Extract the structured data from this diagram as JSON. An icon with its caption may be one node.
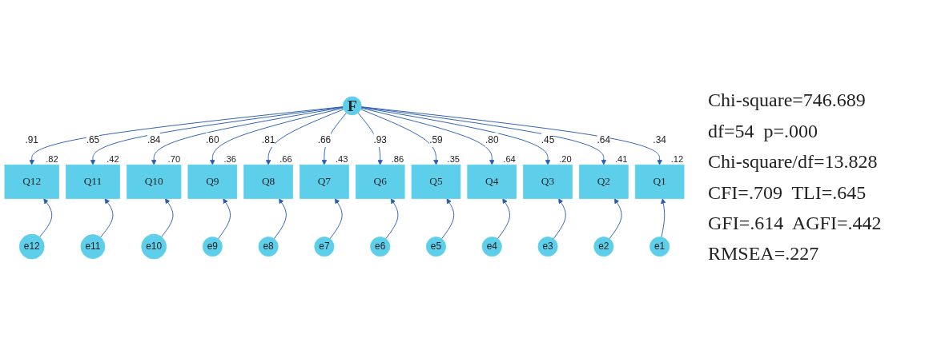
{
  "diagram": {
    "nodes": [
      {
        "text": [
          "F"
        ]
      },
      {
        "text": [
          "Q12"
        ],
        "beside": [
          ".82"
        ]
      },
      {
        "text": [
          "Q11"
        ],
        "beside": [
          ".42"
        ]
      },
      {
        "text": [
          "Q10"
        ],
        "beside": [
          ".70"
        ]
      },
      {
        "text": [
          "Q9"
        ],
        "beside": [
          ".36"
        ]
      },
      {
        "text": [
          "Q8"
        ],
        "beside": [
          ".66"
        ]
      },
      {
        "text": [
          "Q7"
        ],
        "beside": [
          ".43"
        ]
      },
      {
        "text": [
          "Q6"
        ],
        "beside": [
          ".86"
        ]
      },
      {
        "text": [
          "Q5"
        ],
        "beside": [
          ".35"
        ]
      },
      {
        "text": [
          "Q4"
        ],
        "beside": [
          ".64"
        ]
      },
      {
        "text": [
          "Q3"
        ],
        "beside": [
          ".20"
        ]
      },
      {
        "text": [
          "Q2"
        ],
        "beside": [
          ".41"
        ]
      },
      {
        "text": [
          "Q1"
        ],
        "beside": [
          ".12"
        ]
      },
      {
        "text": [
          "e12"
        ]
      },
      {
        "text": [
          "e11"
        ]
      },
      {
        "text": [
          "e10"
        ]
      },
      {
        "text": [
          "e9"
        ]
      },
      {
        "text": [
          "e8"
        ]
      },
      {
        "text": [
          "e7"
        ]
      },
      {
        "text": [
          "e6"
        ]
      },
      {
        "text": [
          "e5"
        ]
      },
      {
        "text": [
          "e4"
        ]
      },
      {
        "text": [
          "e3"
        ]
      },
      {
        "text": [
          "e2"
        ]
      },
      {
        "text": [
          "e1"
        ]
      }
    ],
    "edges": [
      {
        "from": 0,
        "to": 1,
        "arrow": "to",
        "label": ".91"
      },
      {
        "from": 0,
        "to": 2,
        "arrow": "to",
        "label": ".65"
      },
      {
        "from": 0,
        "to": 3,
        "arrow": "to",
        "label": ".84"
      },
      {
        "from": 0,
        "to": 4,
        "arrow": "to",
        "label": ".60"
      },
      {
        "from": 0,
        "to": 5,
        "arrow": "to",
        "label": ".81"
      },
      {
        "from": 0,
        "to": 6,
        "arrow": "to",
        "label": ".66"
      },
      {
        "from": 0,
        "to": 7,
        "arrow": "to",
        "label": ".93"
      },
      {
        "from": 0,
        "to": 8,
        "arrow": "to",
        "label": ".59"
      },
      {
        "from": 0,
        "to": 9,
        "arrow": "to",
        "label": ".80"
      },
      {
        "from": 0,
        "to": 10,
        "arrow": "to",
        "label": ".45"
      },
      {
        "from": 0,
        "to": 11,
        "arrow": "to",
        "label": ".64"
      },
      {
        "from": 0,
        "to": 12,
        "arrow": "to",
        "label": ".34"
      },
      {
        "from": 13,
        "to": 1,
        "arrow": "to"
      },
      {
        "from": 14,
        "to": 2,
        "arrow": "to"
      },
      {
        "from": 15,
        "to": 3,
        "arrow": "to"
      },
      {
        "from": 16,
        "to": 4,
        "arrow": "to"
      },
      {
        "from": 17,
        "to": 5,
        "arrow": "to"
      },
      {
        "from": 18,
        "to": 6,
        "arrow": "to"
      },
      {
        "from": 19,
        "to": 7,
        "arrow": "to"
      },
      {
        "from": 20,
        "to": 8,
        "arrow": "to"
      },
      {
        "from": 21,
        "to": 9,
        "arrow": "to"
      },
      {
        "from": 22,
        "to": 10,
        "arrow": "to"
      },
      {
        "from": 23,
        "to": 11,
        "arrow": "to"
      },
      {
        "from": 24,
        "to": 12,
        "arrow": "to"
      }
    ],
    "labels": [
      "Chi-square=746.689",
      "df=54  p=.000",
      "Chi-square/df=13.828",
      "CFI=.709  TLI=.645",
      "GFI=.614  AGFI=.442",
      "RMSEA=.227"
    ]
  }
}
